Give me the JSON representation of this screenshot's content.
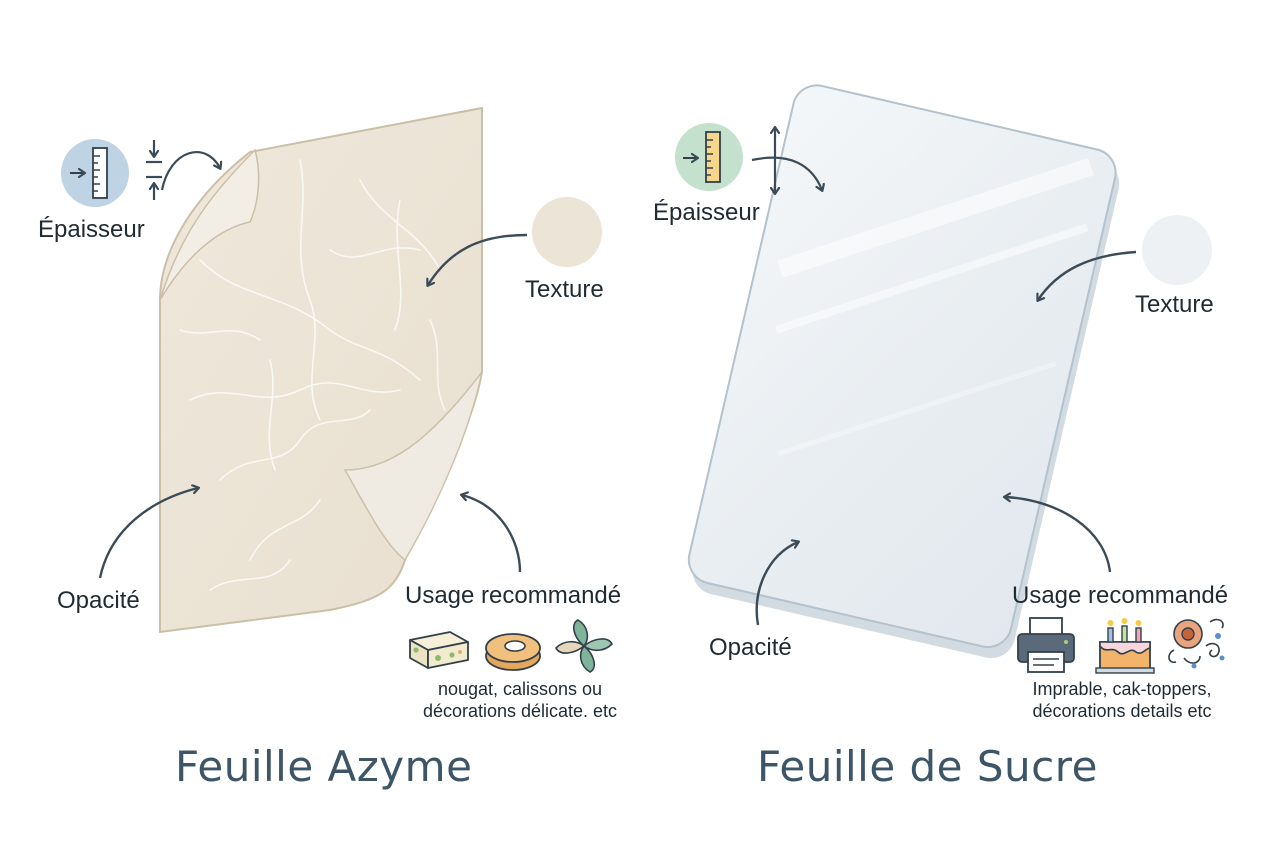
{
  "azyme": {
    "title": "Feuille Azyme",
    "labels": {
      "thickness": "Épaisseur",
      "texture": "Texture",
      "opacity": "Opacité",
      "usage": "Usage recommandé"
    },
    "usage_line1": "nougat, calissons ou",
    "usage_line2": "décorations délicate.  etc",
    "usage_icons": [
      "nougat-icon",
      "calisson-icon",
      "leaf-decoration-icon"
    ],
    "colors": {
      "sheet": "#ece4d6",
      "thickness_badge": "#bed3e3"
    }
  },
  "sucre": {
    "title": "Feuille de Sucre",
    "labels": {
      "thickness": "Épaisseur",
      "texture": "Texture",
      "opacity": "Opacité",
      "usage": "Usage recommandé"
    },
    "usage_line1": "Imprable, cak-toppers,",
    "usage_line2": "décorations details etc",
    "usage_icons": [
      "printer-icon",
      "birthday-cake-icon",
      "floral-decoration-icon"
    ],
    "colors": {
      "sheet": "#eef2f5",
      "thickness_badge": "#c3e1cc"
    }
  }
}
